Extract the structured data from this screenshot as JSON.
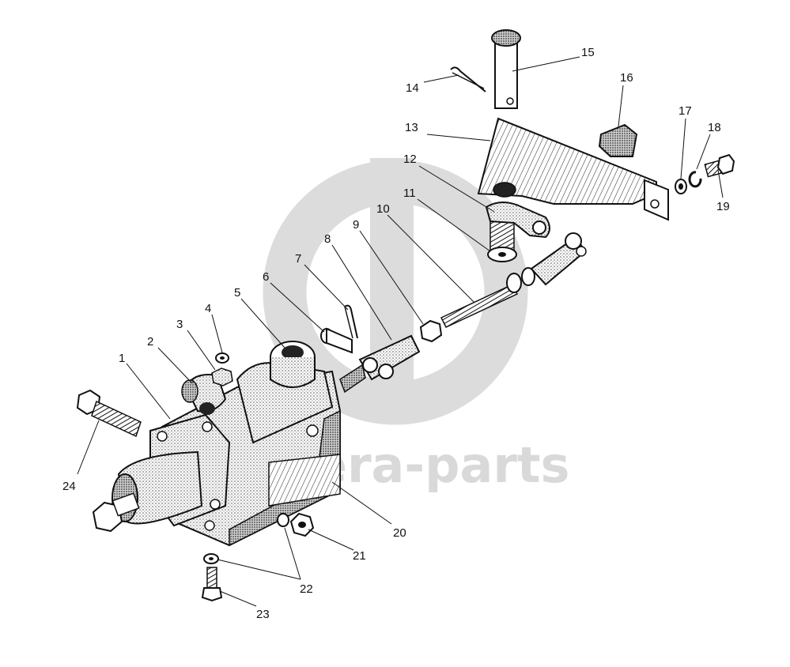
{
  "watermark": {
    "text": "sera-parts",
    "color": "#d9d9d9"
  },
  "callouts": [
    {
      "id": "c1",
      "label": "1"
    },
    {
      "id": "c2",
      "label": "2"
    },
    {
      "id": "c3",
      "label": "3"
    },
    {
      "id": "c4",
      "label": "4"
    },
    {
      "id": "c5",
      "label": "5"
    },
    {
      "id": "c6",
      "label": "6"
    },
    {
      "id": "c7",
      "label": "7"
    },
    {
      "id": "c8",
      "label": "8"
    },
    {
      "id": "c9",
      "label": "9"
    },
    {
      "id": "c10",
      "label": "10"
    },
    {
      "id": "c11",
      "label": "11"
    },
    {
      "id": "c12",
      "label": "12"
    },
    {
      "id": "c13",
      "label": "13"
    },
    {
      "id": "c14",
      "label": "14"
    },
    {
      "id": "c15",
      "label": "15"
    },
    {
      "id": "c16",
      "label": "16"
    },
    {
      "id": "c17",
      "label": "17"
    },
    {
      "id": "c18",
      "label": "18"
    },
    {
      "id": "c19",
      "label": "19"
    },
    {
      "id": "c20",
      "label": "20"
    },
    {
      "id": "c21",
      "label": "21"
    },
    {
      "id": "c22",
      "label": "22"
    },
    {
      "id": "c23",
      "label": "23"
    },
    {
      "id": "c24",
      "label": "24"
    }
  ],
  "colors": {
    "line": "#111111",
    "shade": "#9a9a9a",
    "paper": "#ffffff"
  }
}
